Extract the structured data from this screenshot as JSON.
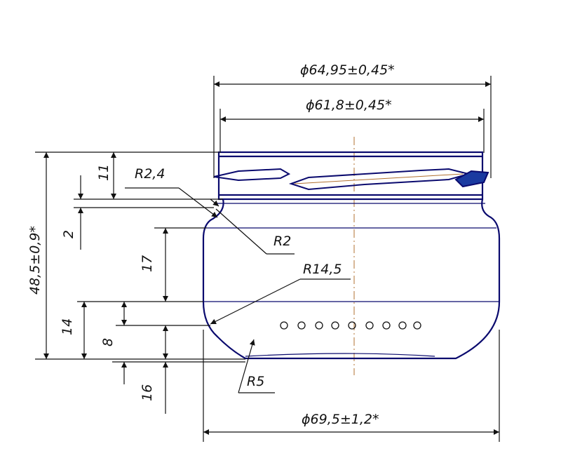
{
  "drawing": {
    "dimensions": {
      "outer_diameter": "ϕ64,95±0,45*",
      "inner_diameter": "ϕ61,8±0,45*",
      "body_diameter": "ϕ69,5±1,2*",
      "total_height": "48,5±0,9*",
      "height_11": "11",
      "height_2": "2",
      "height_17": "17",
      "height_14": "14",
      "height_8": "8",
      "height_16": "16"
    },
    "radii": {
      "r_2_4": "R2,4",
      "r_2": "R2",
      "r_14_5": "R14,5",
      "r_5": "R5"
    },
    "colors": {
      "outline": "#0a0a6e",
      "dimension": "#111111",
      "thread": "#0a0a6e",
      "centerline": "#b07030"
    }
  }
}
